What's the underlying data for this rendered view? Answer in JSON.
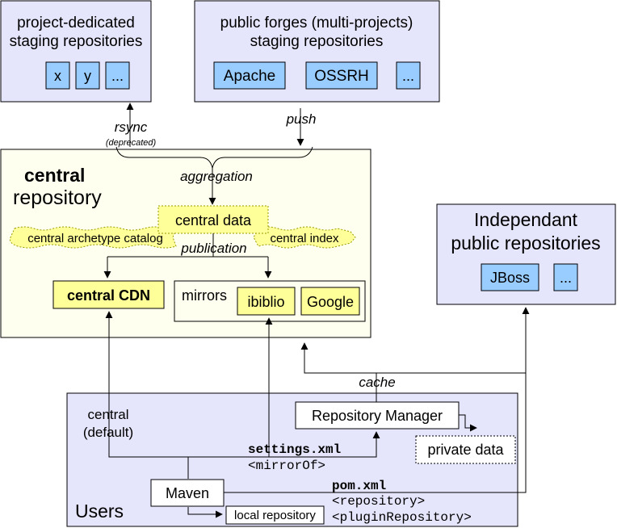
{
  "staging": {
    "dedicated": {
      "title_line1": "project-dedicated",
      "title_line2": "staging repositories",
      "items": [
        "x",
        "y",
        "..."
      ]
    },
    "forges": {
      "title_line1": "public forges (multi-projects)",
      "title_line2": "staging repositories",
      "items": [
        "Apache",
        "OSSRH",
        "..."
      ]
    }
  },
  "labels": {
    "rsync": "rsync",
    "deprecated": "(deprecated)",
    "push": "push",
    "aggregation": "aggregation",
    "publication": "publication",
    "cache": "cache"
  },
  "central": {
    "title_bold": "central",
    "title_rest": "repository",
    "data": "central data",
    "archetype_catalog": "central archetype catalog",
    "index": "central index",
    "cdn": "central CDN",
    "mirrors_label": "mirrors",
    "mirrors": [
      "ibiblio",
      "Google"
    ]
  },
  "independent": {
    "title_line1": "Independant",
    "title_line2": "public repositories",
    "items": [
      "JBoss",
      "..."
    ]
  },
  "users": {
    "title": "Users",
    "central_default_line1": "central",
    "central_default_line2": "(default)",
    "repository_manager": "Repository Manager",
    "private_data": "private data",
    "settings_file": "settings.xml",
    "mirror_of": "<mirrorOf>",
    "pom_file": "pom.xml",
    "repository_tag": "<repository>",
    "plugin_repository_tag": "<pluginRepository>",
    "maven": "Maven",
    "local_repository": "local repository"
  },
  "colors": {
    "lavender_box": "#e5e5fb",
    "blue_item": "#99ccff",
    "central_bg": "#fffff0",
    "yellow_box": "#ffff99",
    "stroke": "#000000"
  }
}
